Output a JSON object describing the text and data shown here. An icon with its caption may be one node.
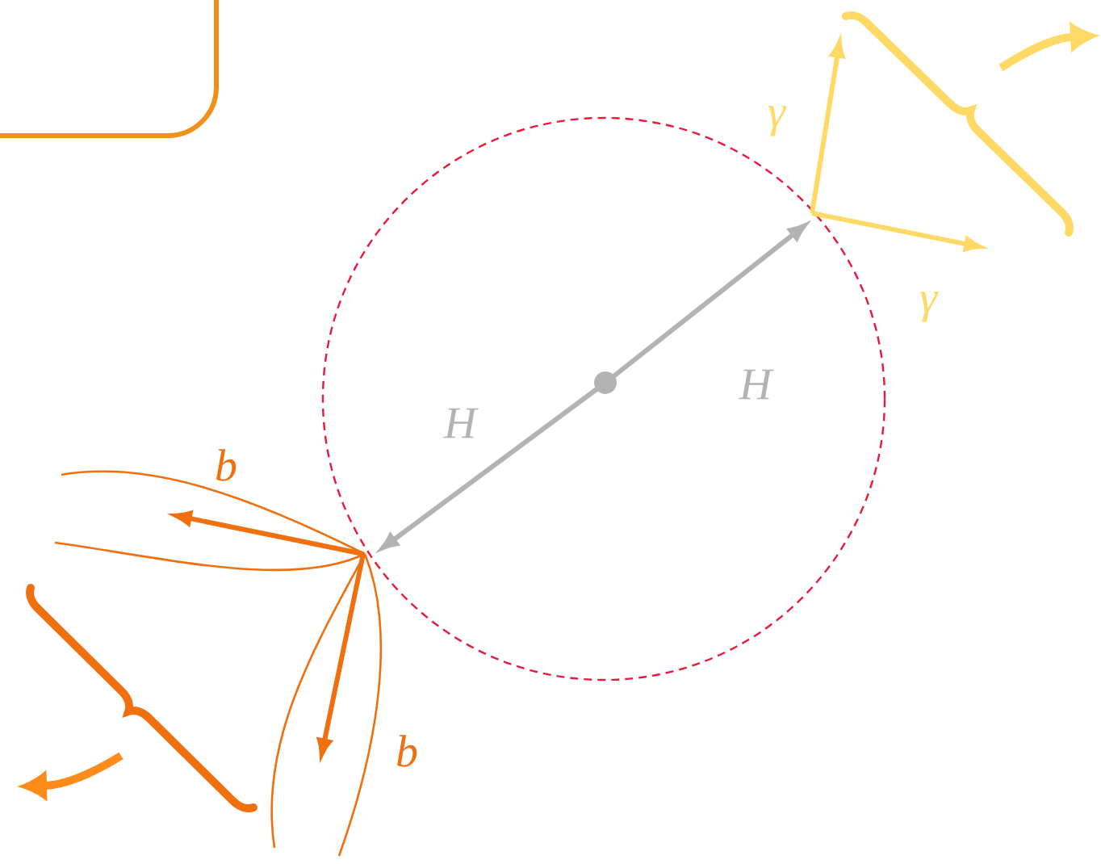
{
  "diagram": {
    "labels": [
      "γ",
      "γ",
      "H",
      "H",
      "b",
      "b"
    ]
  }
}
